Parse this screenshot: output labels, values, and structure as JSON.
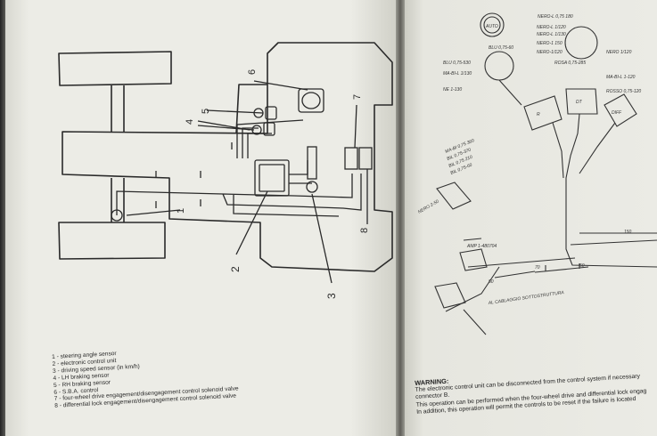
{
  "diagram": {
    "callouts": [
      "1",
      "2",
      "3",
      "4",
      "5",
      "6",
      "7",
      "8"
    ]
  },
  "legend": [
    "1 - steering angle sensor",
    "2 - electronic control unit",
    "3 - driving speed sensor (in km/h)",
    "4 - LH braking sensor",
    "5 - RH braking sensor",
    "6 - S.B.A. control",
    "7 - four-wheel drive engagement/disengagement control solenoid valve",
    "8 - differential lock engagement/disengagement control solenoid valve"
  ],
  "right_diagram": {
    "auto_label": "AUTO",
    "box_labels": [
      "R",
      "DT",
      "DIFF"
    ],
    "wire_labels": [
      "NERO-L 0,75 180",
      "NERO-L 1/120",
      "NERO-L 1/130",
      "NERO-1 150",
      "NERO-1/120",
      "ROSA 0,75-285",
      "BLU 0,75-60",
      "BLU 0,75-530",
      "MA-BI-L 1/130",
      "NE 1-130",
      "NERO 1/120",
      "MA-BI-L 1-120",
      "ROSSO 0,75-120",
      "MA-BI 0,75 360",
      "BIL 0,75-370",
      "BIL 0,75 210",
      "BIL 0,75-60",
      "NERO 2-50",
      "AMP 1-480704",
      "AL CABLAGGIO SOTTOSTRUTTURA"
    ],
    "dimensions": [
      "70",
      "50",
      "150",
      "50"
    ]
  },
  "warning": {
    "title": "WARNING:",
    "lines": [
      "The electronic control unit can be disconnected from the control system if necessary",
      "connector B.",
      "This operation can be performed when the four-wheel drive and differential lock engag",
      "In addition, this operation will permit the controls to be reset if the failure is located"
    ]
  }
}
